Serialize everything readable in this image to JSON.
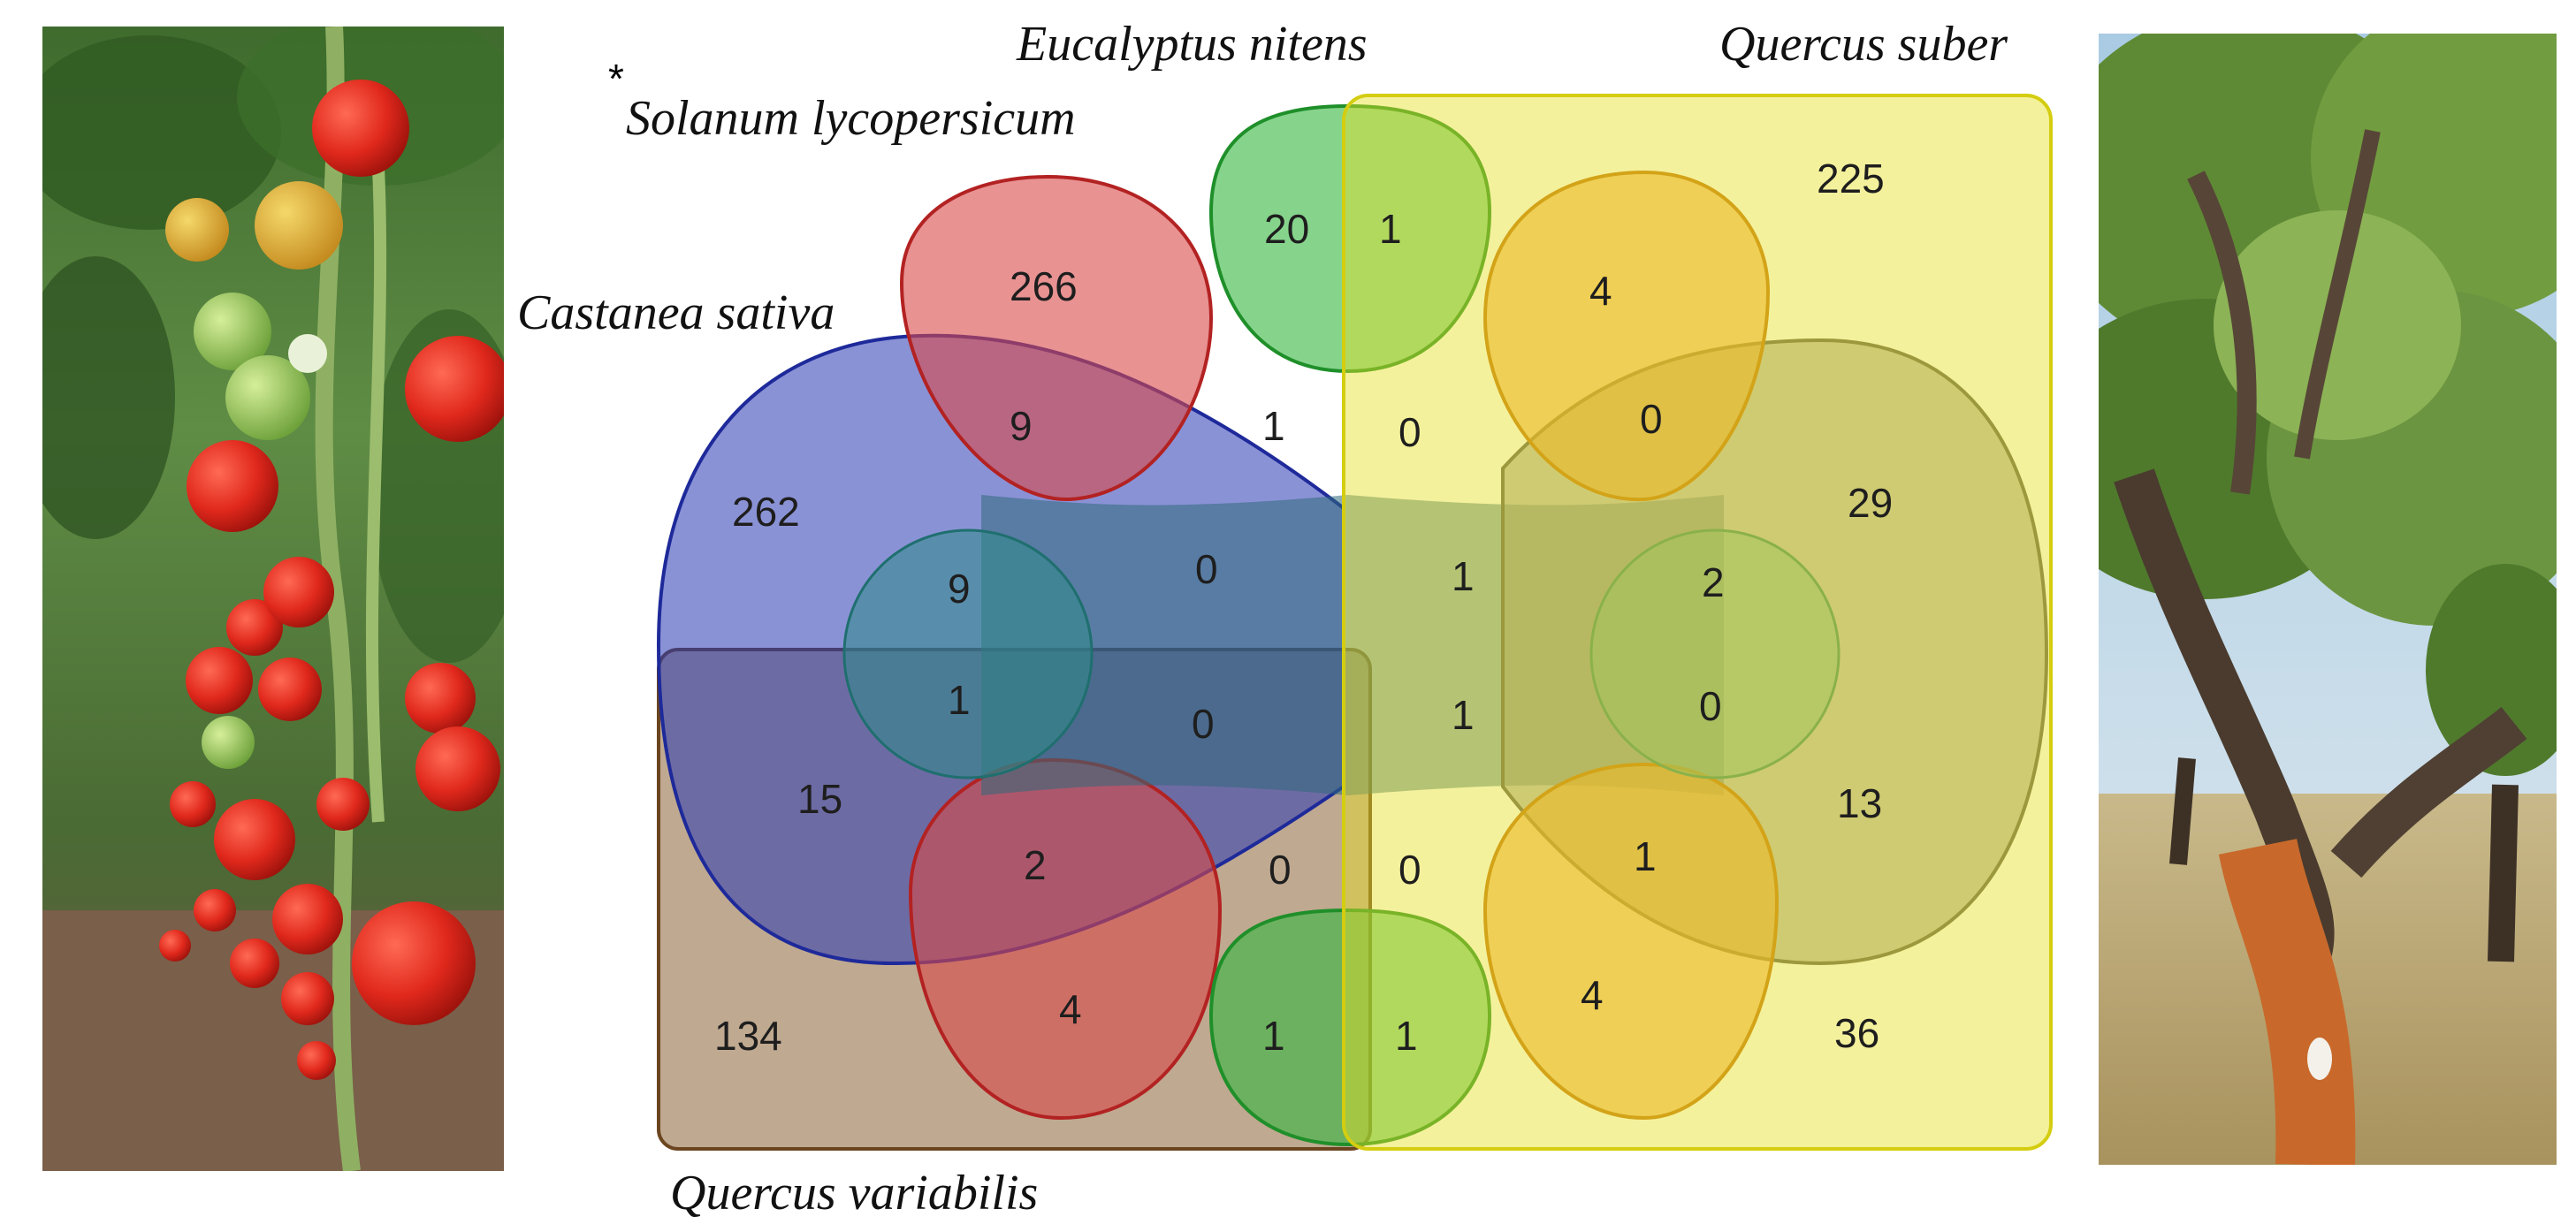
{
  "figure": {
    "asterisk": "*",
    "species_labels": {
      "eucalyptus": "Eucalyptus nitens",
      "quercus_suber": "Quercus suber",
      "solanum": "Solanum lycopersicum",
      "castanea": "Castanea sativa",
      "quercus_variabilis": "Quercus variabilis"
    },
    "set_colors": {
      "castanea": "#2a39b5",
      "solanum": "#d94a4a",
      "eucalyptus": "#35b83f",
      "quercus_suber": "#e6e023",
      "quercus_variabilis": "#8a6235",
      "orange_lobes": "#f09a2a",
      "grey_lobe": "#8f8d80",
      "teal_circles": "#2f8a8a"
    },
    "region_counts": {
      "eucalyptus_only": "20",
      "eucalyptus_suber": "1",
      "solanum_only": "266",
      "suber_top_lobe": "4",
      "suber_only": "225",
      "castanea_solanum": "9",
      "eucalyptus_center_top": "1",
      "suber_center_top": "0",
      "suber_grey_top": "0",
      "castanea_only": "262",
      "grey_right": "29",
      "teal_left_top": "9",
      "center_left_upper": "0",
      "center_right_upper": "1",
      "teal_right_top": "2",
      "teal_left_bottom": "1",
      "center_left_lower": "0",
      "center_right_lower": "1",
      "teal_right_bottom": "0",
      "castanea_variabilis": "15",
      "grey_right_lower": "13",
      "lower_left_lobe_upper": "2",
      "eucalyptus_center_bottom": "0",
      "suber_center_bottom": "0",
      "lower_right_lobe_upper": "1",
      "variabilis_only": "134",
      "lower_left_lobe_lower": "4",
      "eucalyptus_bottom": "1",
      "eucalyptus_suber_bottom": "1",
      "lower_right_lobe_lower": "4",
      "suber_variabilis": "36"
    },
    "photos": {
      "left": "tomato-plant-photo",
      "right": "cork-oak-tree-photo"
    }
  }
}
